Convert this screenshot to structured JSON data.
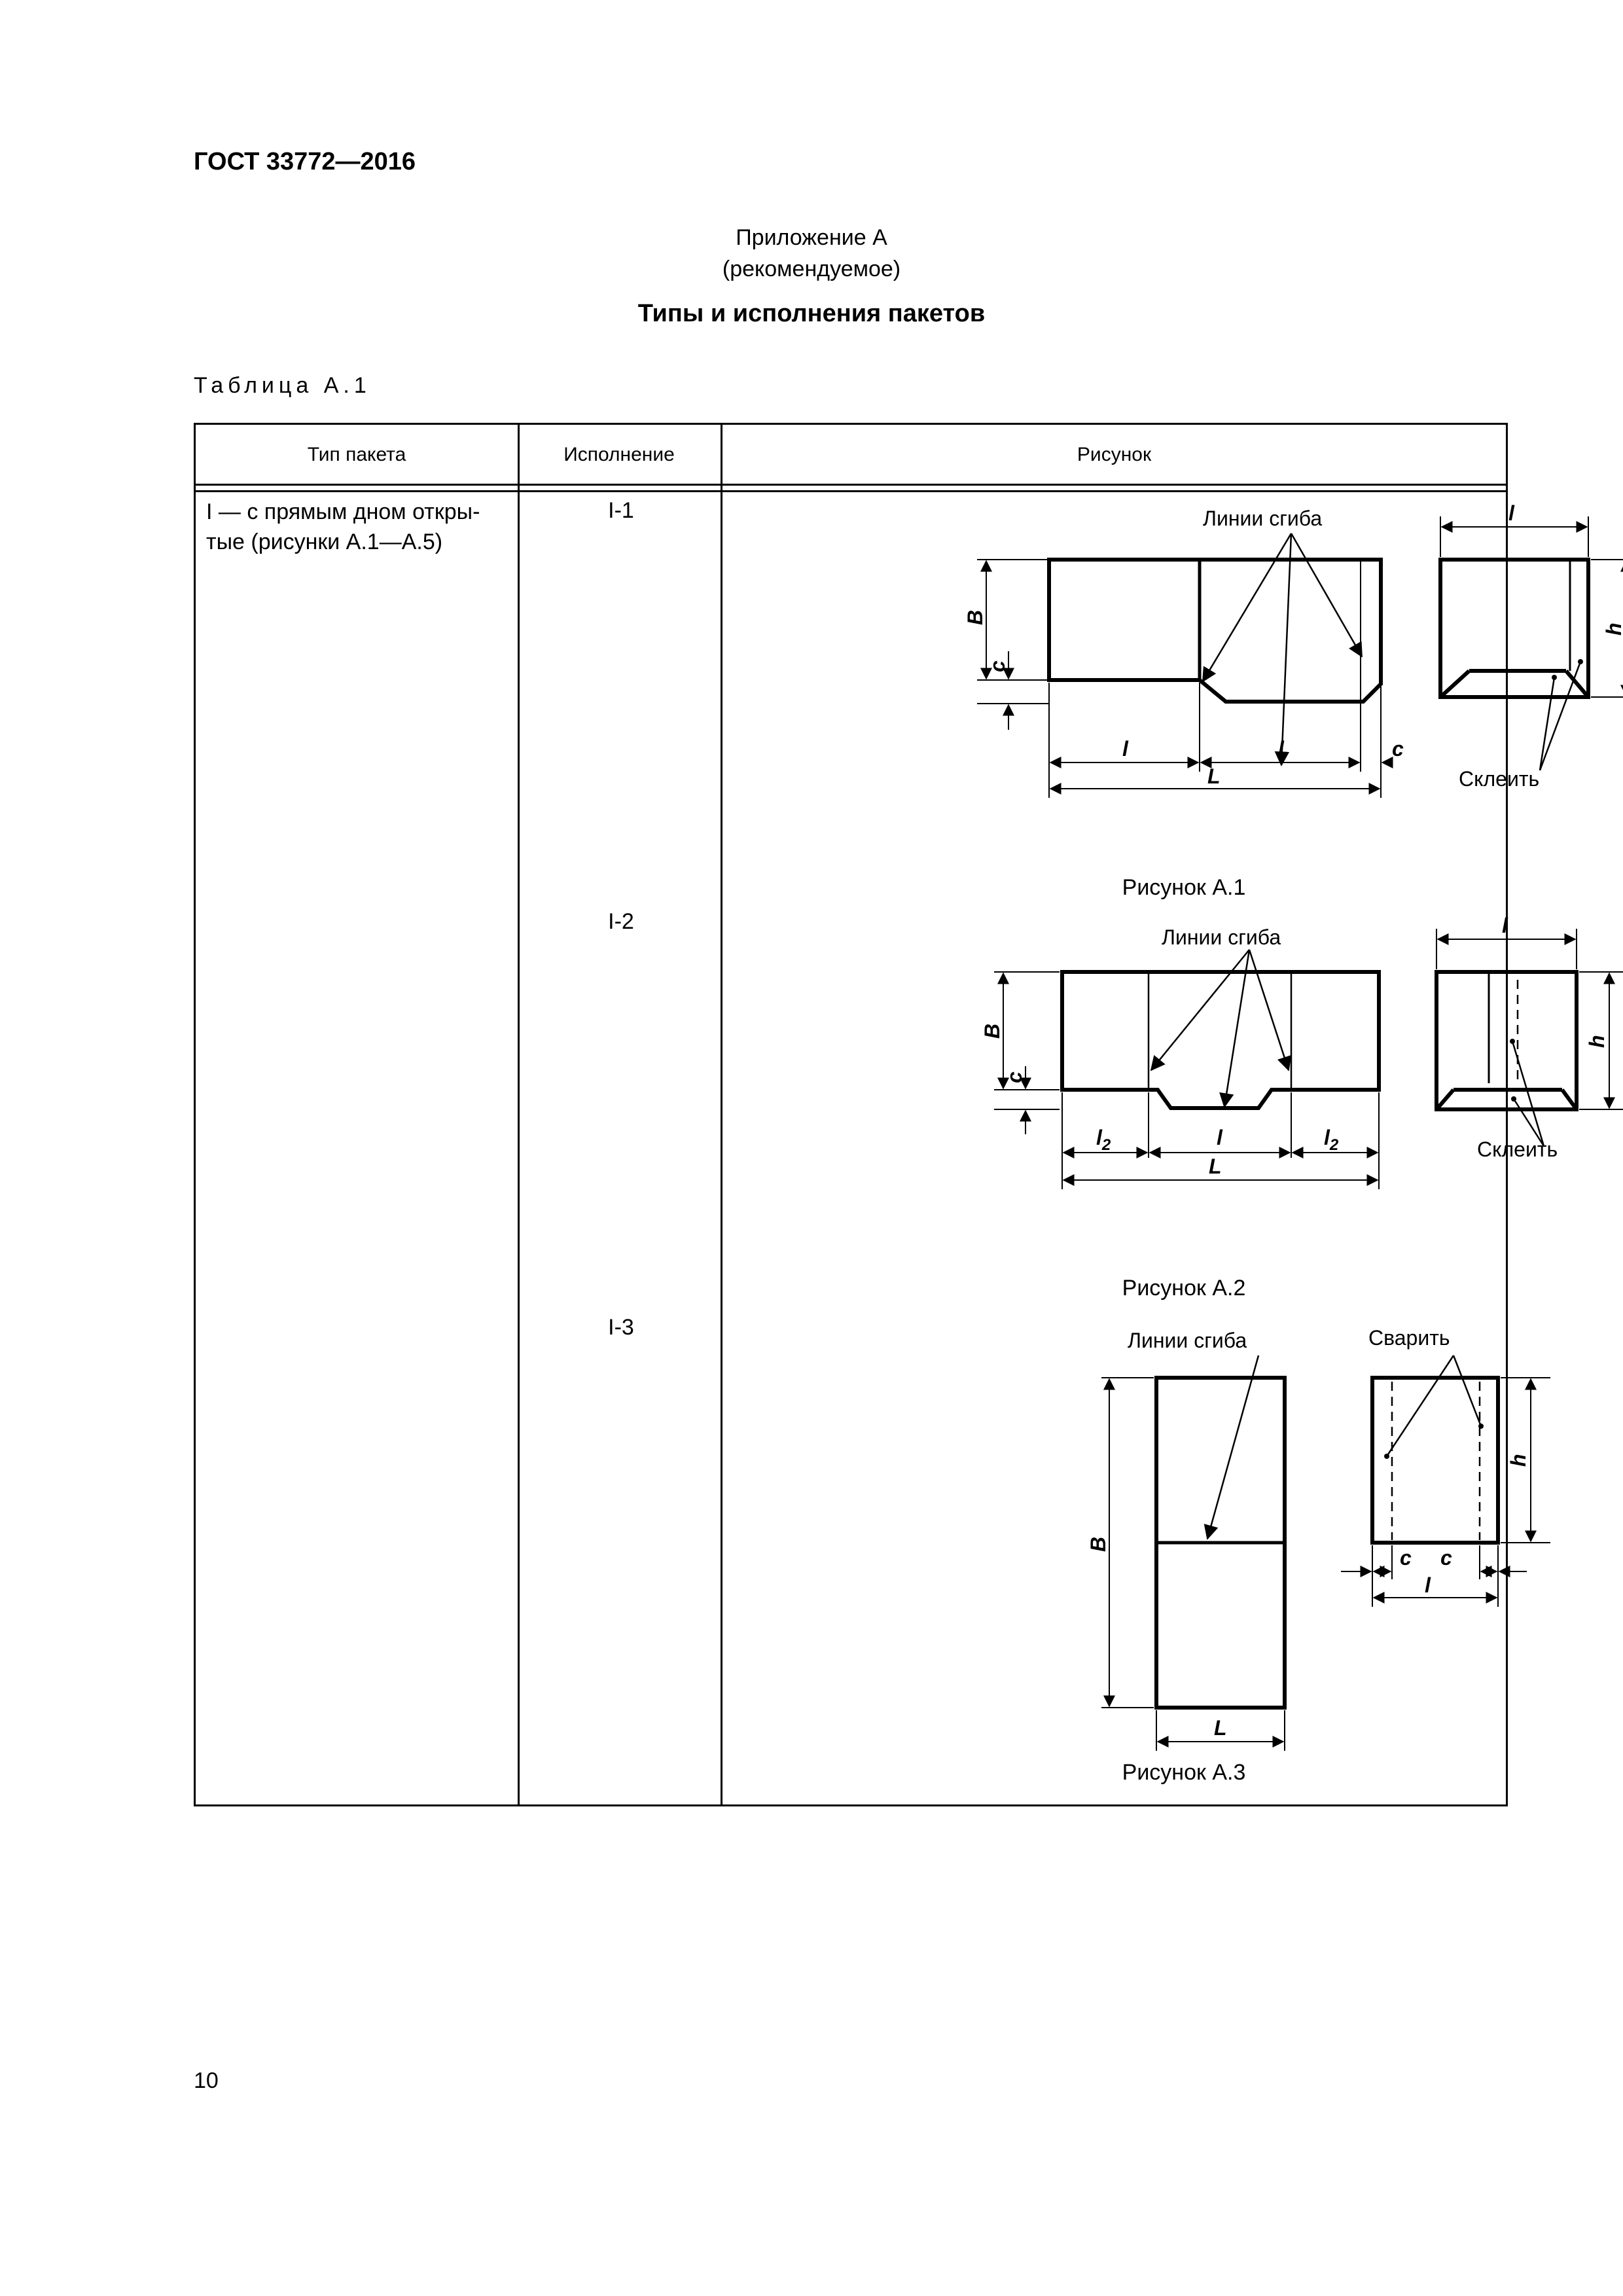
{
  "header": {
    "standard": "ГОСТ 33772—2016"
  },
  "appendix": {
    "title": "Приложение А",
    "subtitle": "(рекомендуемое)",
    "heading": "Типы и исполнения пакетов"
  },
  "table": {
    "caption": "Таблица А.1",
    "columns": [
      "Тип пакета",
      "Исполнение",
      "Рисунок"
    ],
    "type_cell": {
      "line1": "I — с прямым дном откры-",
      "line2": "тые (рисунки  А.1—А.5)"
    },
    "rows": [
      {
        "variant": "I-1",
        "figure_caption": "Рисунок А.1"
      },
      {
        "variant": "I-2",
        "figure_caption": "Рисунок А.2"
      },
      {
        "variant": "I-3",
        "figure_caption": "Рисунок А.3"
      }
    ]
  },
  "figures": {
    "fold_lines": "Линии сгиба",
    "glue": "Склеить",
    "weld": "Сварить",
    "dims": {
      "B": "B",
      "c": "c",
      "l": "l",
      "L": "L",
      "h": "h",
      "l2": "l",
      "l2_sub": "2"
    }
  },
  "page": {
    "number": "10"
  }
}
